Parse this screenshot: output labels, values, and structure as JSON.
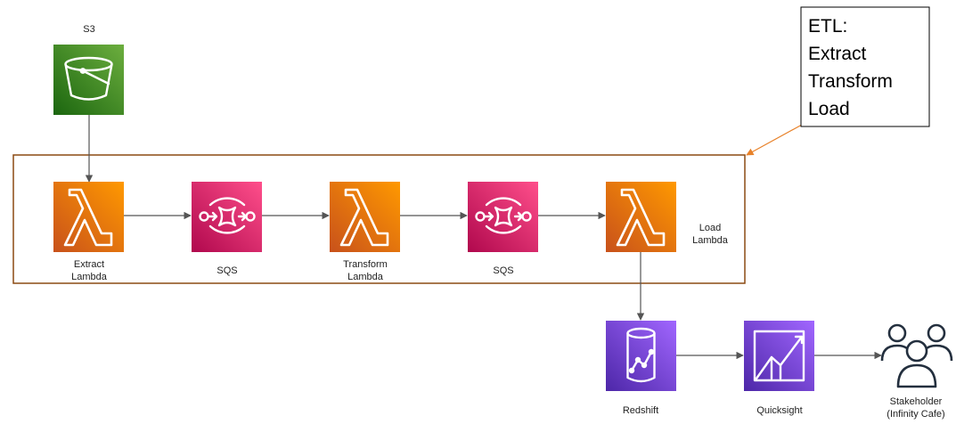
{
  "colors": {
    "s3": "#3F8624",
    "lambda": "#E7740F",
    "sqs": "#E0225F",
    "analytics": "#7B3FE4",
    "etl_border": "#8B4A12",
    "etl_pointer": "#E8822A",
    "arrow": "#555555"
  },
  "nodes": {
    "s3": {
      "label": "S3",
      "icon": "bucket-icon"
    },
    "extract": {
      "line1": "Extract",
      "line2": "Lambda",
      "icon": "lambda-icon"
    },
    "sqs1": {
      "label": "SQS",
      "icon": "queue-icon"
    },
    "transform": {
      "line1": "Transform",
      "line2": "Lambda",
      "icon": "lambda-icon"
    },
    "sqs2": {
      "label": "SQS",
      "icon": "queue-icon"
    },
    "load": {
      "line1": "Load",
      "line2": "Lambda",
      "icon": "lambda-icon"
    },
    "redshift": {
      "label": "Redshift",
      "icon": "database-icon"
    },
    "quicksight": {
      "label": "Quicksight",
      "icon": "chart-icon"
    },
    "stakeholder": {
      "line1": "Stakeholder",
      "line2": "(Infinity Cafe)",
      "icon": "users-icon"
    }
  },
  "note": {
    "lines": [
      "ETL:",
      "Extract",
      "Transform",
      "Load"
    ]
  }
}
